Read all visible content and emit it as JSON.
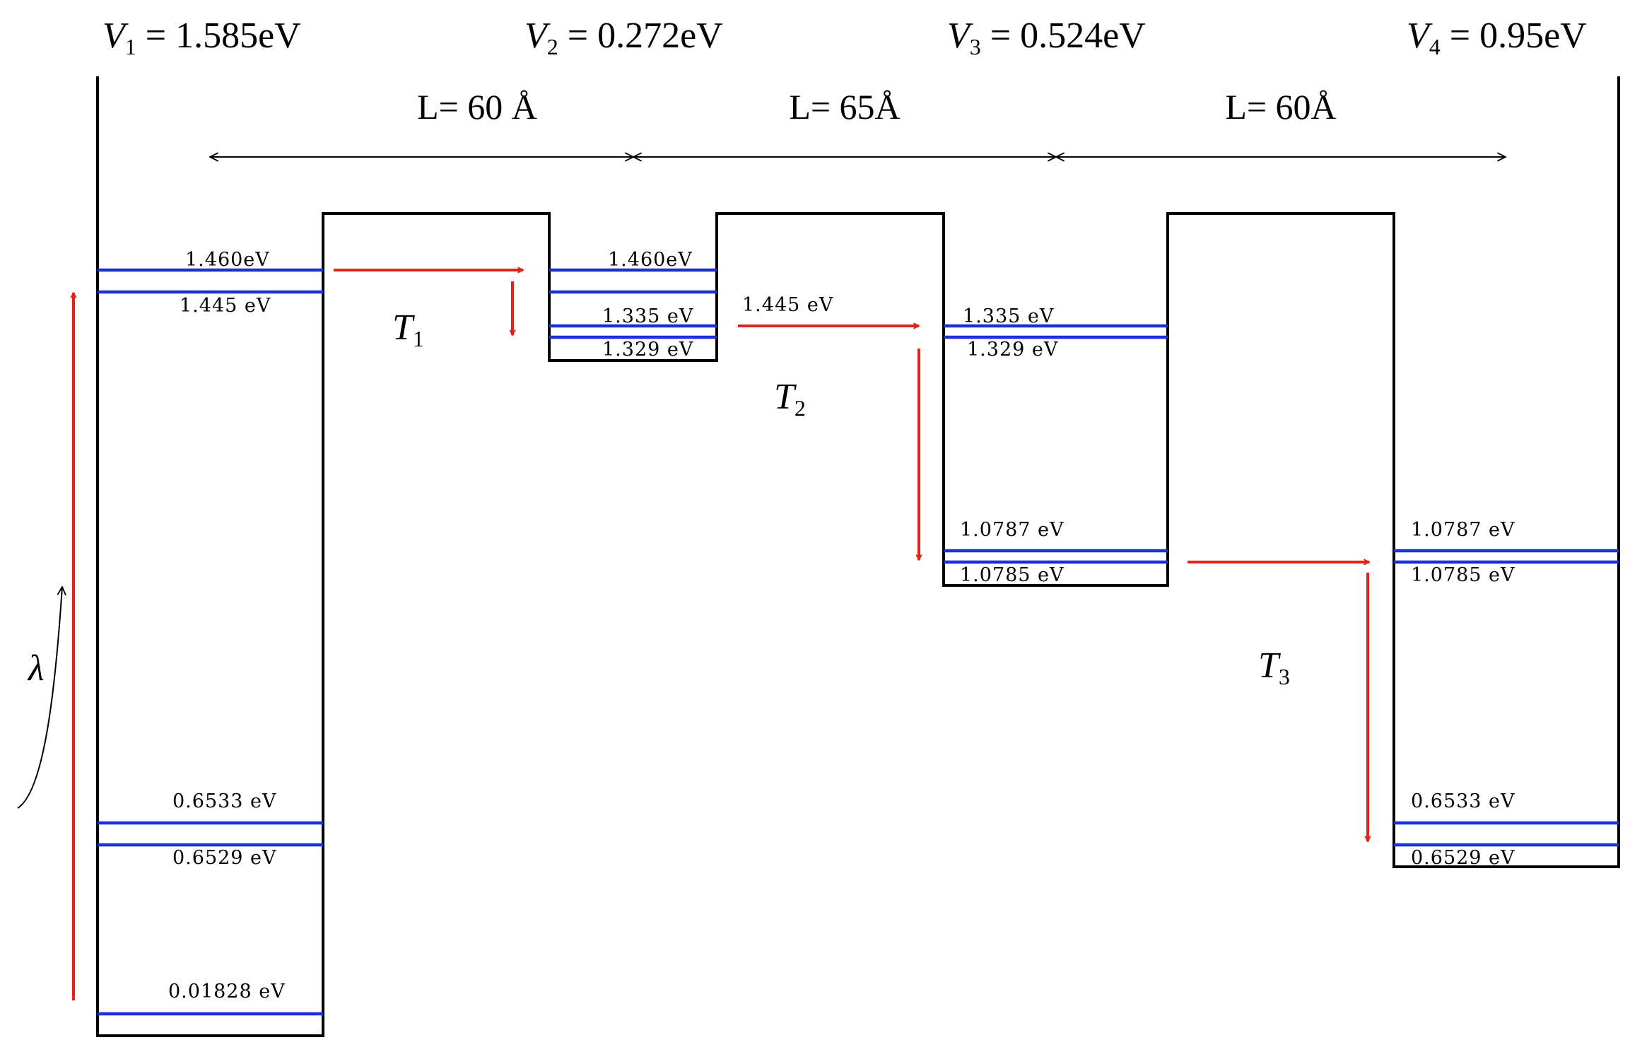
{
  "barriers": [
    {
      "symbol": "V",
      "sub": "1",
      "value": "1.585eV"
    },
    {
      "symbol": "V",
      "sub": "2",
      "value": "0.272eV"
    },
    {
      "symbol": "V",
      "sub": "3",
      "value": "0.524eV"
    },
    {
      "symbol": "V",
      "sub": "4",
      "value": "0.95eV"
    }
  ],
  "lengths": [
    "L= 60 Å",
    "L= 65Å",
    "L= 60Å"
  ],
  "transitions": [
    {
      "symbol": "T",
      "sub": "1"
    },
    {
      "symbol": "T",
      "sub": "2"
    },
    {
      "symbol": "T",
      "sub": "3"
    }
  ],
  "excitation_symbol": "λ",
  "wells": [
    {
      "levels": [
        "1.460eV",
        "1.445 eV",
        "0.6533 eV",
        "0.6529 eV",
        "0.01828 eV"
      ]
    },
    {
      "levels": [
        "1.460eV",
        "1.335 eV",
        "1.329 eV"
      ]
    },
    {
      "levels": [
        "1.335 eV",
        "1.329 eV",
        "1.0787 eV",
        "1.0785 eV"
      ]
    },
    {
      "levels": [
        "1.0787 eV",
        "1.0785 eV",
        "0.6533 eV",
        "0.6529 eV"
      ]
    }
  ],
  "transfer_label": "1.445 eV",
  "colors": {
    "level": "#1a2fd6",
    "arrow": "#e2231a",
    "outline": "#000000"
  }
}
